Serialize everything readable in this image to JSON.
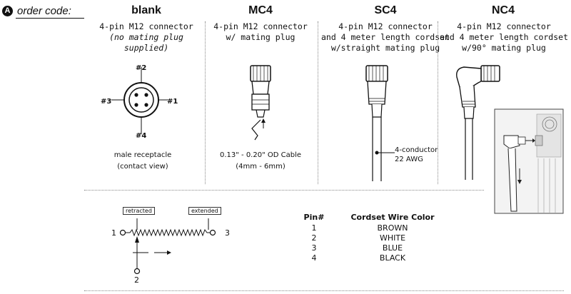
{
  "header": {
    "badge": "A",
    "order_code_label": "order code:"
  },
  "columns": [
    {
      "title": "blank",
      "line1": "4-pin M12 connector",
      "line2": "(no mating plug supplied)",
      "line3": ""
    },
    {
      "title": "MC4",
      "line1": "4-pin M12 connector",
      "line2": "w/ mating plug",
      "line3": ""
    },
    {
      "title": "SC4",
      "line1": "4-pin M12 connector",
      "line2": "and 4 meter length cordset",
      "line3": "w/straight mating plug"
    },
    {
      "title": "NC4",
      "line1": "4-pin M12 connector",
      "line2": "and 4 meter length cordset",
      "line3": "w/90° mating plug"
    }
  ],
  "receptacle": {
    "pin2": "#2",
    "pin3": "#3",
    "pin1": "#1",
    "pin4": "#4",
    "caption1": "male receptacle",
    "caption2": "(contact view)"
  },
  "mc4": {
    "cable1": "0.13\" - 0.20\" OD Cable",
    "cable2": "(4mm - 6mm)"
  },
  "sc4": {
    "note1": "4-conductor",
    "note2": "22 AWG"
  },
  "pot": {
    "retracted": "retracted",
    "extended": "extended",
    "t1": "1",
    "t2": "2",
    "t3": "3"
  },
  "pin_table": {
    "headers": [
      "Pin#",
      "Cordset Wire Color"
    ],
    "rows": [
      [
        "1",
        "BROWN"
      ],
      [
        "2",
        "WHITE"
      ],
      [
        "3",
        "BLUE"
      ],
      [
        "4",
        "BLACK"
      ]
    ]
  }
}
